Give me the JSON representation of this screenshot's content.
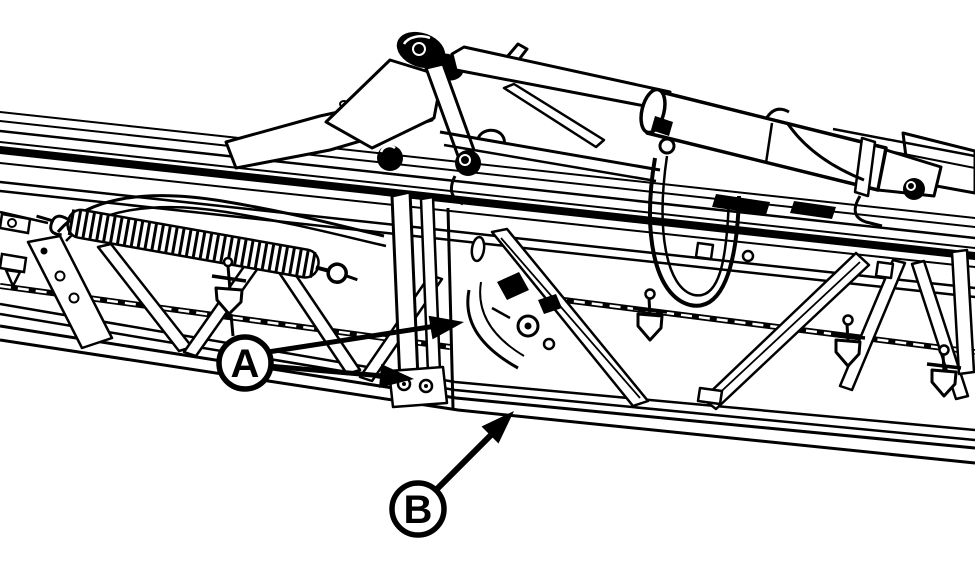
{
  "figure": {
    "kind": "technical-line-art-diagram",
    "background_color": "#ffffff",
    "line_color": "#000000",
    "callouts": [
      {
        "label": "A"
      },
      {
        "label": "B"
      }
    ]
  }
}
